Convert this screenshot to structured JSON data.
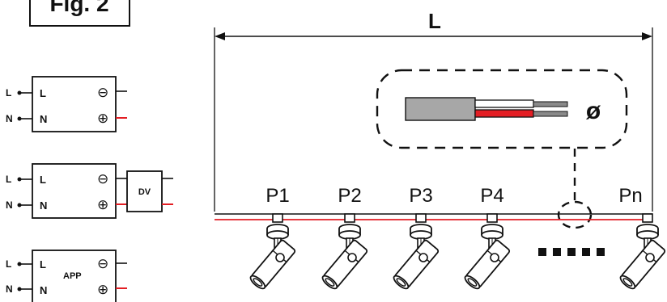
{
  "figure": {
    "label": "Fig. 2"
  },
  "drivers": [
    {
      "in1": "L",
      "in2": "N",
      "pin1": "L",
      "pin2": "N",
      "minus": "⊖",
      "plus": "⊕",
      "box_label": ""
    },
    {
      "in1": "L",
      "in2": "N",
      "pin1": "L",
      "pin2": "N",
      "minus": "⊖",
      "plus": "⊕",
      "box_label": "",
      "aux_label": "DV"
    },
    {
      "in1": "L",
      "in2": "N",
      "pin1": "L",
      "pin2": "N",
      "minus": "⊖",
      "plus": "⊕",
      "box_label": "APP"
    }
  ],
  "track": {
    "length_label": "L",
    "diameter_symbol": "ø",
    "points": [
      "P1",
      "P2",
      "P3",
      "P4",
      "Pn"
    ]
  },
  "colors": {
    "wire_red": "#e31e24",
    "cable_grey": "#a7a7a7",
    "line": "#111111"
  }
}
